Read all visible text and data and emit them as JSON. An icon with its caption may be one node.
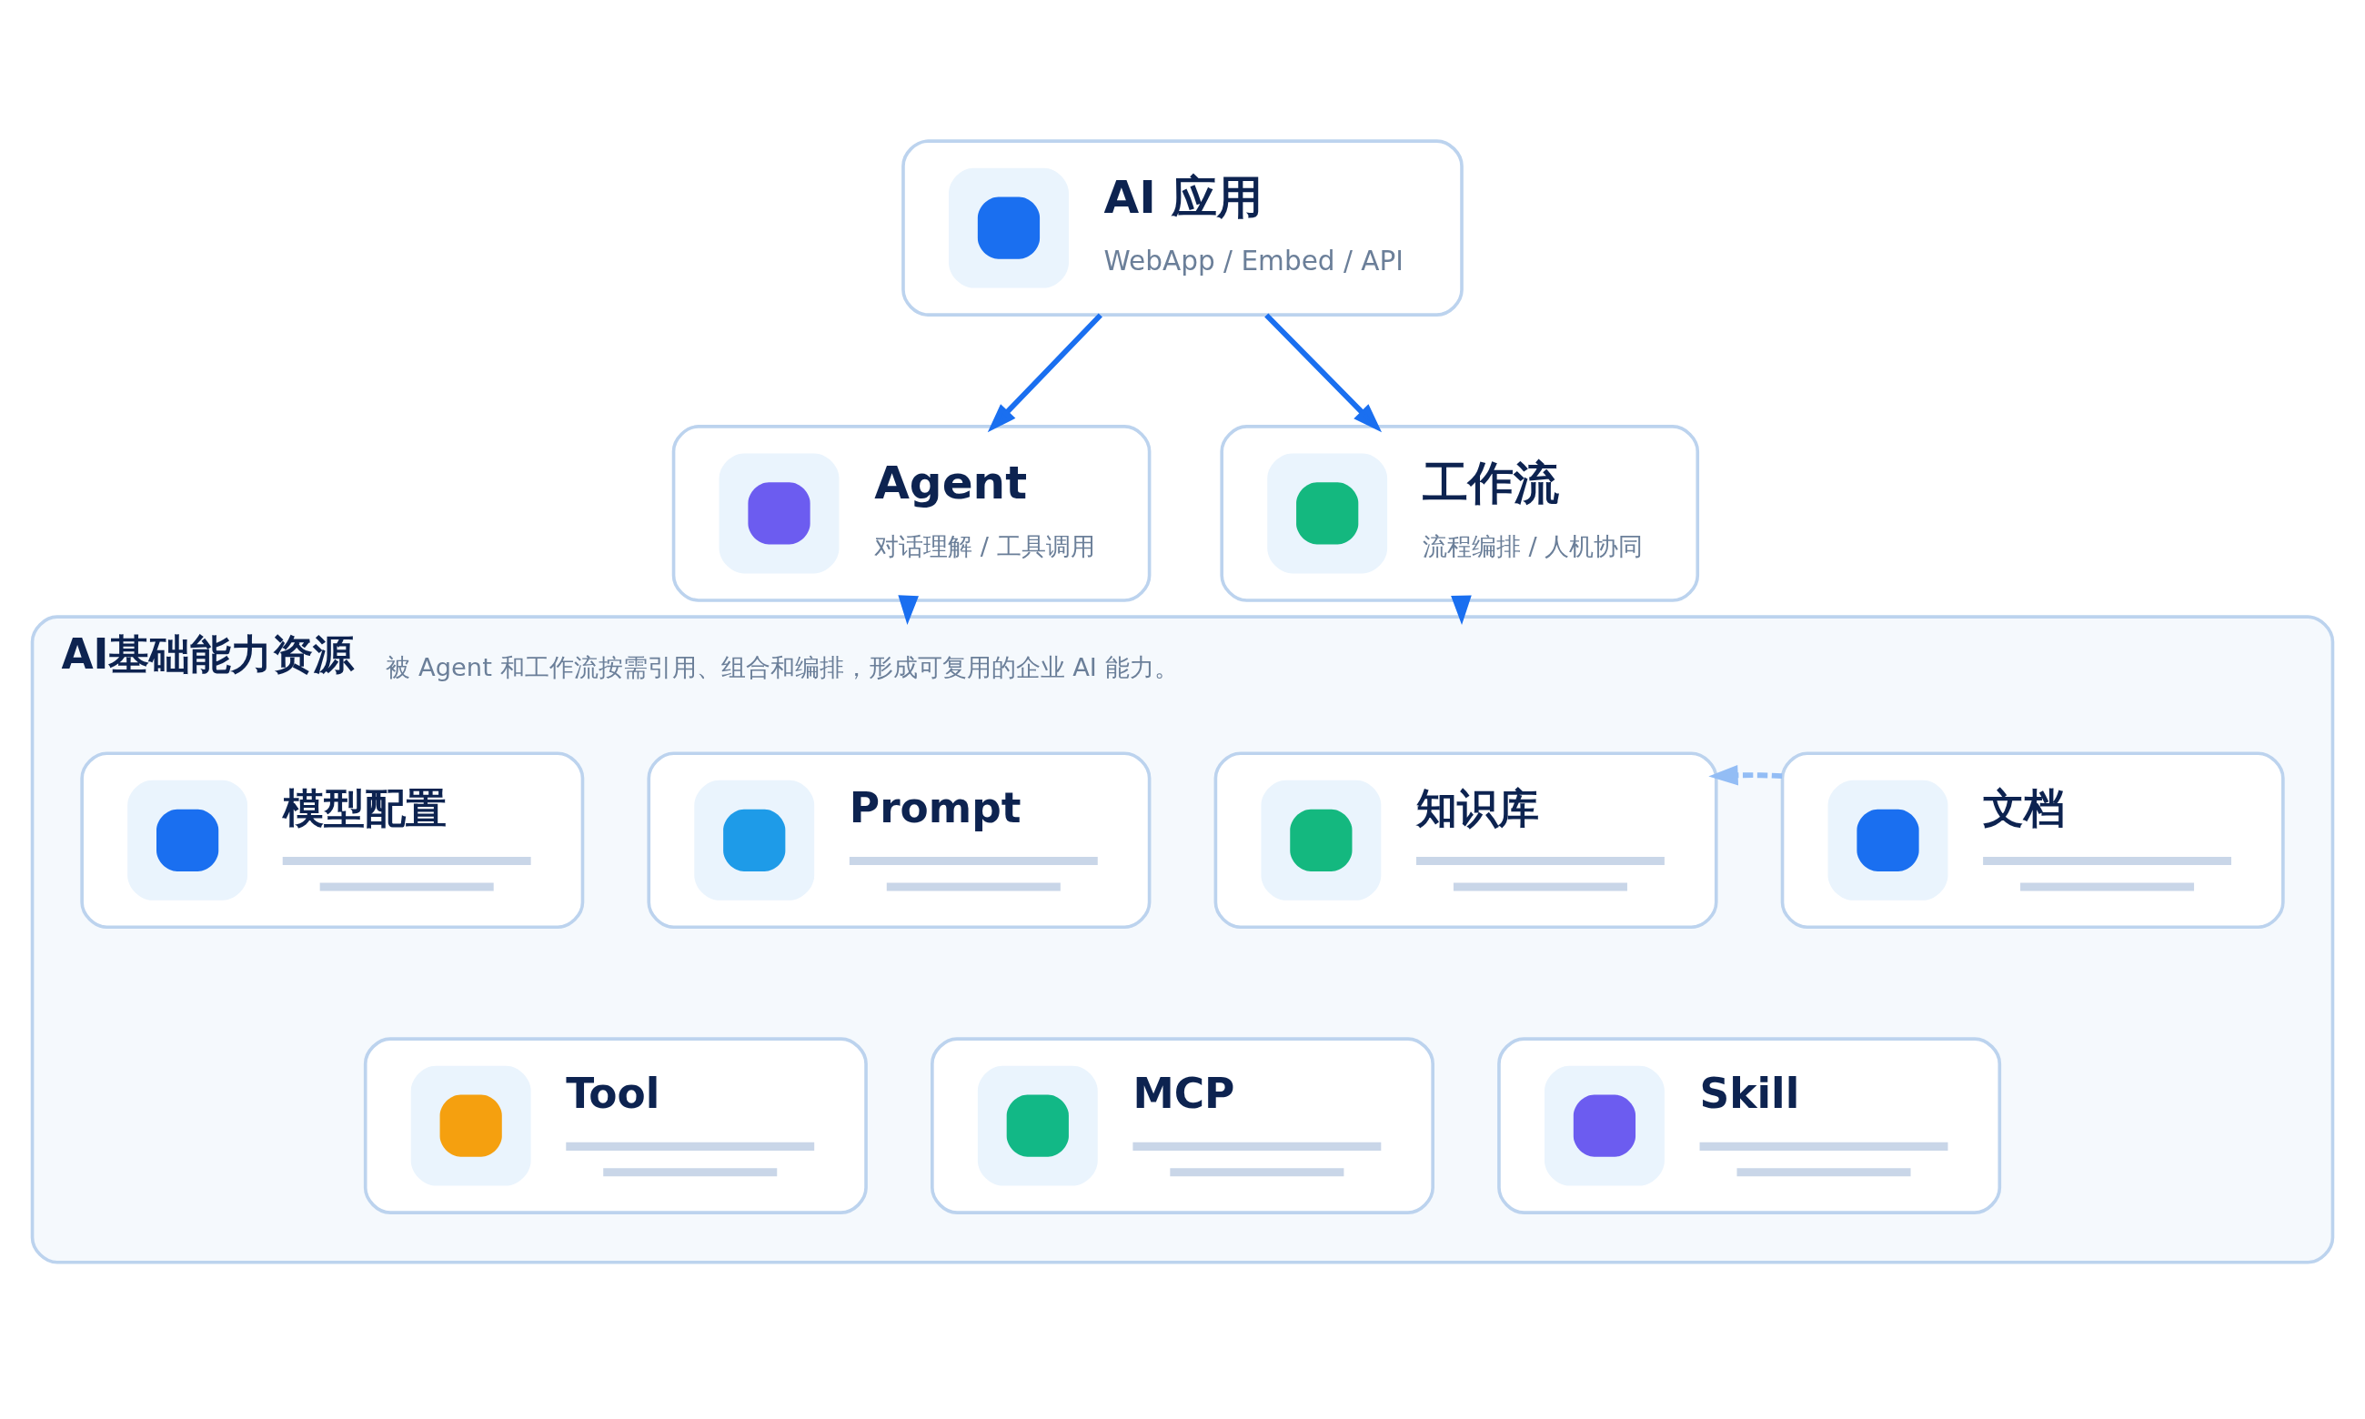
{
  "diagram": {
    "nodes": [
      {
        "text": [
          "AI 应用",
          "WebApp / Embed / API"
        ]
      },
      {
        "text": [
          "Agent",
          "对话理解 / 工具调用"
        ]
      },
      {
        "text": [
          "工作流",
          "流程编排 / 人机协同"
        ]
      },
      {
        "text": [
          "AI基础能力资源",
          "被 Agent 和工作流按需引用、组合和编排，形成可复用的企业 AI 能力。"
        ]
      },
      {
        "text": [
          "模型配置"
        ],
        "in": 3
      },
      {
        "text": [
          "Prompt"
        ],
        "in": 3
      },
      {
        "text": [
          "知识库"
        ],
        "in": 3
      },
      {
        "text": [
          "文档"
        ],
        "in": 3
      },
      {
        "text": [
          "Tool"
        ],
        "in": 3
      },
      {
        "text": [
          "MCP"
        ],
        "in": 3
      },
      {
        "text": [
          "Skill"
        ],
        "in": 3
      }
    ],
    "edges": [
      {
        "from": 0,
        "to": 1,
        "arrow": "to"
      },
      {
        "from": 0,
        "to": 2,
        "arrow": "to"
      },
      {
        "from": 1,
        "to": 3,
        "arrow": "to"
      },
      {
        "from": 2,
        "to": 3,
        "arrow": "to"
      },
      {
        "from": 7,
        "to": 6,
        "arrow": "to",
        "style": "dashed",
        "color": "#93bdf5"
      }
    ]
  }
}
